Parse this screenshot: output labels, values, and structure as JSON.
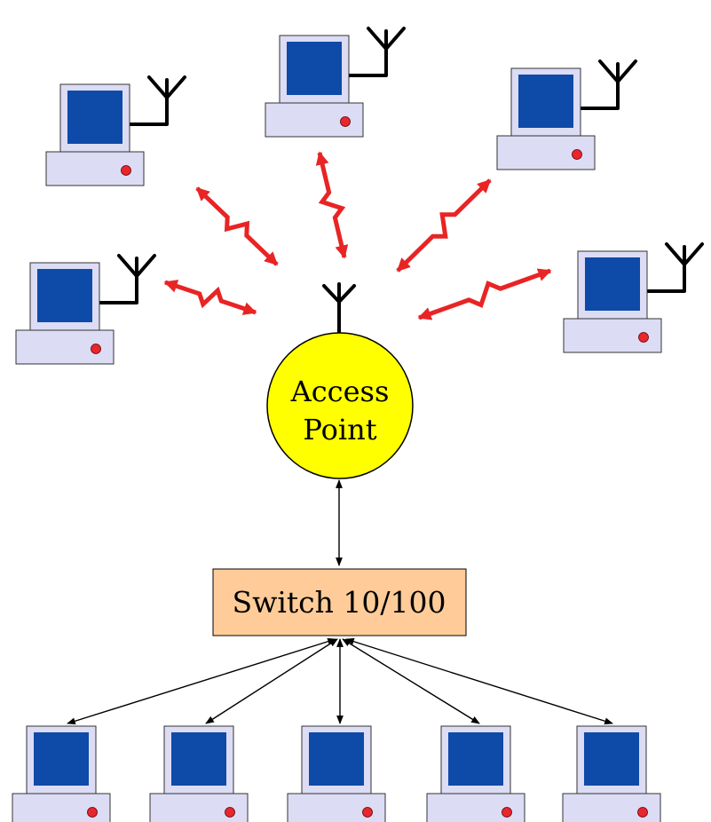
{
  "access_point": {
    "label_line1": "Access",
    "label_line2": "Point"
  },
  "switch": {
    "label": "Switch 10/100"
  },
  "colors": {
    "access_point_fill": "#ffff00",
    "switch_fill": "#ffcc99",
    "computer_case": "#dcdcf5",
    "computer_screen": "#0e4aa8",
    "power_led": "#e8262e",
    "wireless_link": "#e82424",
    "wire": "#000000"
  },
  "icons": {
    "computer": "desktop-computer-icon",
    "antenna": "antenna-icon",
    "wireless_link": "lightning-double-arrow-icon"
  }
}
